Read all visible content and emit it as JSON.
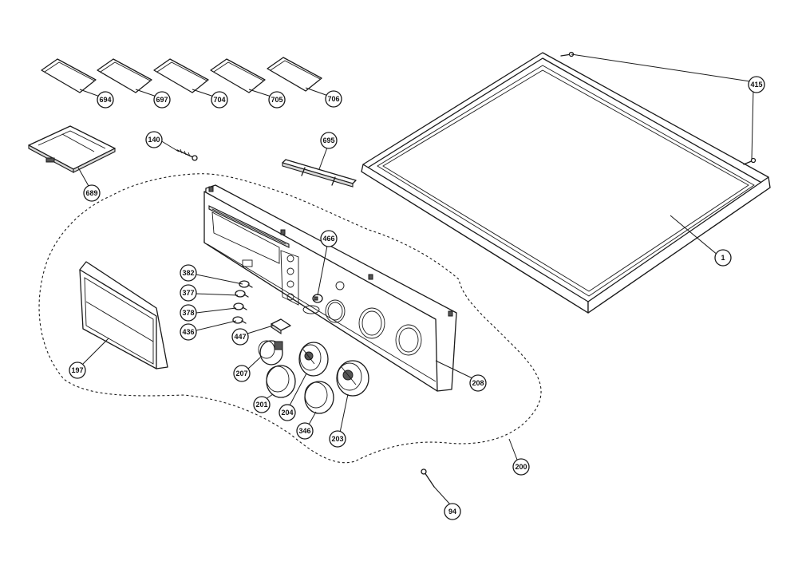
{
  "callouts": [
    "694",
    "697",
    "704",
    "705",
    "706",
    "689",
    "140",
    "695",
    "415",
    "1",
    "466",
    "382",
    "377",
    "378",
    "436",
    "447",
    "197",
    "207",
    "201",
    "204",
    "346",
    "203",
    "208",
    "200",
    "94"
  ]
}
